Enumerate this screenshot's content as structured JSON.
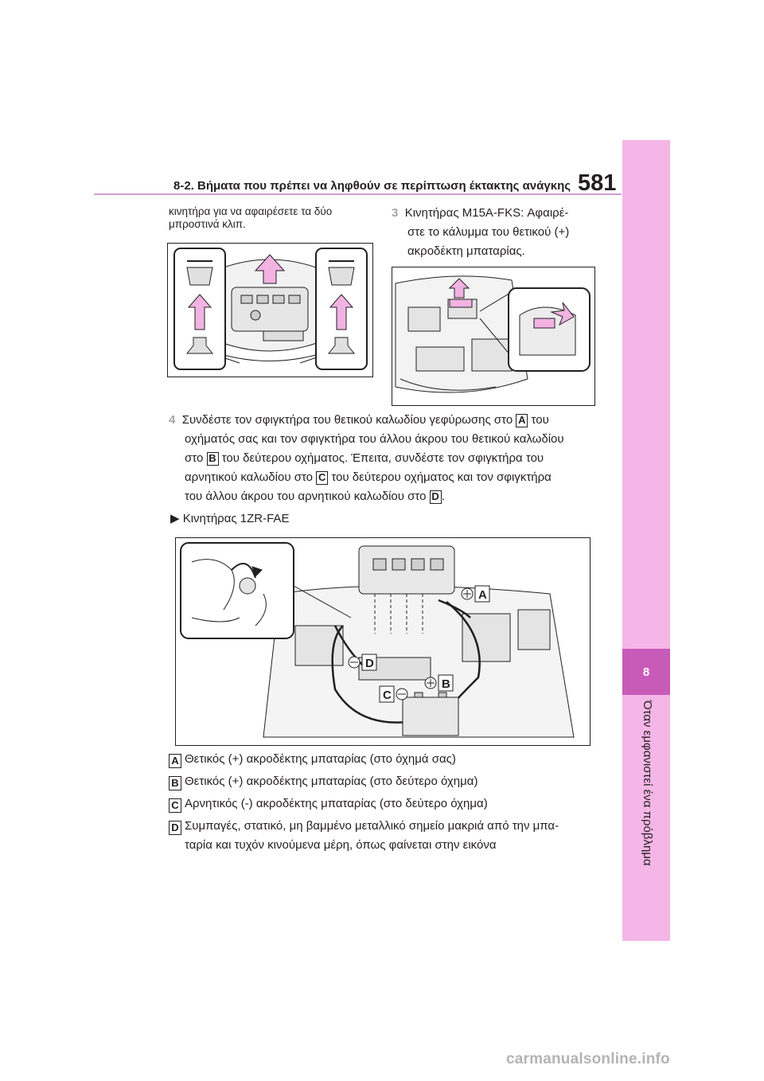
{
  "header": {
    "section_title": "8-2. Βήματα που πρέπει να ληφθούν σε περίπτωση έκτακτης ανάγκης",
    "page_number": "581"
  },
  "sidebar": {
    "chapter_number": "8",
    "chapter_title": "Όταν εμφανιστεί ένα πρόβλημα",
    "color": "#f3b6e6",
    "tab_color": "#c85ab8"
  },
  "intro": {
    "line1": "κινητήρα για να αφαιρέσετε τα δύο",
    "line2": "μπροστινά κλιπ."
  },
  "step3": {
    "number": "3",
    "line1": "Κινητήρας M15A-FKS: Αφαιρέ-",
    "line2": "στε το κάλυμμα του θετικού (+)",
    "line3": "ακροδέκτη μπαταρίας."
  },
  "step4": {
    "number": "4",
    "l1a": "Συνδέστε τον σφιγκτήρα του θετικού καλωδίου γεφύρωσης στο",
    "l1b": "του",
    "l2": "οχήματός σας και τον σφιγκτήρα του άλλου άκρου του θετικού καλωδίου",
    "l3a": "στο",
    "l3b": "του δεύτερου οχήματος. Έπειτα, συνδέστε τον σφιγκτήρα του",
    "l4a": "αρνητικού καλωδίου στο",
    "l4b": "του δεύτερου οχήματος και τον σφιγκτήρα",
    "l5a": "του άλλου άκρου του αρνητικού καλωδίου στο",
    "l5b": "."
  },
  "engine_heading": {
    "icon": "triangle-right-icon",
    "text": "Κινητήρας 1ZR-FAE"
  },
  "labels": {
    "a": "A",
    "b": "B",
    "c": "C",
    "d": "D"
  },
  "legend": [
    {
      "key": "A",
      "text": "Θετικός (+) ακροδέκτης μπαταρίας (στο όχημά σας)"
    },
    {
      "key": "B",
      "text": "Θετικός (+) ακροδέκτης μπαταρίας (στο δεύτερο όχημα)"
    },
    {
      "key": "C",
      "text": "Αρνητικός (-) ακροδέκτης μπαταρίας (στο δεύτερο όχημα)"
    },
    {
      "key": "D",
      "text": "Συμπαγές, στατικό, μη βαμμένο μεταλλικό σημείο μακριά από την μπα-",
      "text2": "ταρία και τυχόν κινούμενα μέρη, όπως φαίνεται στην εικόνα"
    }
  ],
  "watermark": "carmanualsonline.info"
}
